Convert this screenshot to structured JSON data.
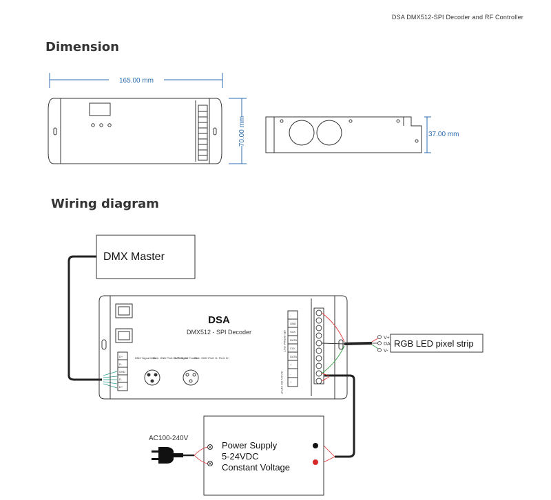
{
  "header": "DSA  DMX512-SPI Decoder and RF Controller",
  "sections": {
    "dimension": "Dimension",
    "wiring": "Wiring diagram"
  },
  "dimensions": {
    "length": "165.00 mm",
    "width": "70.00 mm",
    "height": "37.00 mm"
  },
  "device": {
    "name": "DSA",
    "subtitle": "DMX512 - SPI Decoder",
    "port_labels": [
      "DMX Signal Male",
      "Pin1: GND Pin2: D- Pin3: D+",
      "DMX Signal Female",
      "Pin1: GND Pin2: D- Pin3: D+"
    ],
    "left_terminals": [
      "D+",
      "D-",
      "GND",
      "D-",
      "D+"
    ],
    "right_terminals": [
      "-",
      "GND",
      "SCK",
      "DATA",
      "CLK",
      "DATA",
      "+",
      "-",
      "+"
    ],
    "spi_label": "SPI SIGNAL OUT",
    "power_label": "5V-24V DC INPUT"
  },
  "dmx_master": "DMX Master",
  "rgb_strip": {
    "label": "RGB LED pixel strip",
    "pins": [
      "V+",
      "DA",
      "V-"
    ]
  },
  "power_supply": {
    "ac": "AC100-240V",
    "line1": "Power Supply",
    "line2": "5-24VDC",
    "line3": "Constant Voltage"
  }
}
